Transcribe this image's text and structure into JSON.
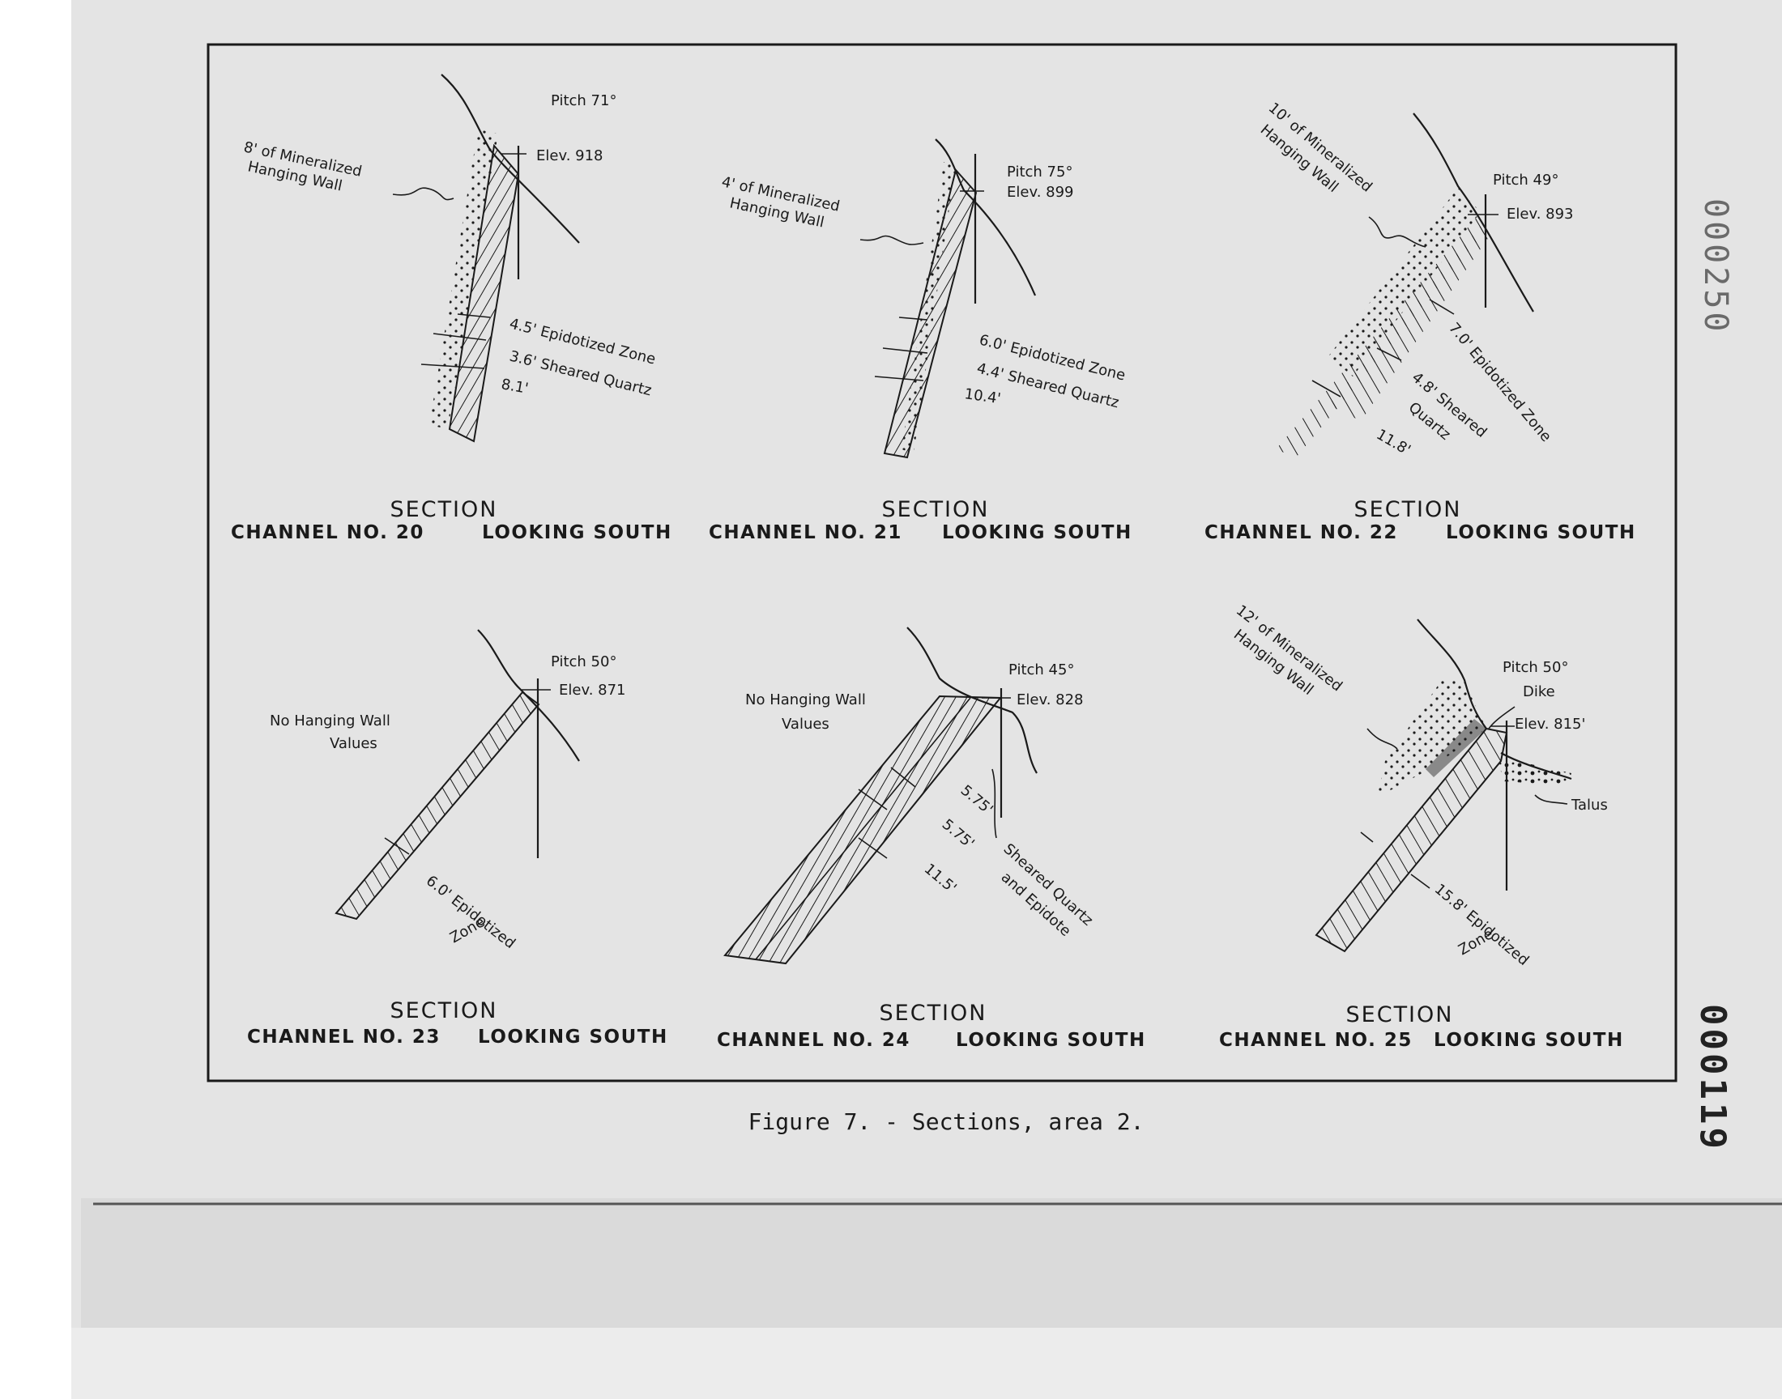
{
  "figure_caption": "Figure 7. - Sections, area 2.",
  "margin_stamps": {
    "upper": "000250",
    "lower": "000119"
  },
  "sections": [
    {
      "id": "ch20",
      "title": "SECTION",
      "channel_label": "CHANNEL NO. 20",
      "direction": "LOOKING SOUTH",
      "pitch": "Pitch 71°",
      "elev": "Elev. 918",
      "hanging_wall": [
        "8' of Mineralized",
        "Hanging Wall"
      ],
      "zones": [
        "4.5' Epidotized Zone",
        "3.6' Sheared Quartz",
        "8.1'"
      ]
    },
    {
      "id": "ch21",
      "title": "SECTION",
      "channel_label": "CHANNEL NO. 21",
      "direction": "LOOKING SOUTH",
      "pitch": "Pitch 75°",
      "elev": "Elev. 899",
      "hanging_wall": [
        "4' of Mineralized",
        "Hanging Wall"
      ],
      "zones": [
        "6.0' Epidotized Zone",
        "4.4' Sheared Quartz",
        "10.4'"
      ]
    },
    {
      "id": "ch22",
      "title": "SECTION",
      "channel_label": "CHANNEL NO. 22",
      "direction": "LOOKING SOUTH",
      "pitch": "Pitch 49°",
      "elev": "Elev. 893",
      "hanging_wall": [
        "10' of Mineralized",
        "Hanging Wall"
      ],
      "zones": [
        "7.0' Epidotized Zone",
        "4.8' Sheared",
        "Quartz",
        "11.8'"
      ]
    },
    {
      "id": "ch23",
      "title": "SECTION",
      "channel_label": "CHANNEL NO. 23",
      "direction": "LOOKING SOUTH",
      "pitch": "Pitch 50°",
      "elev": "Elev. 871",
      "note": [
        "No Hanging Wall",
        "Values"
      ],
      "zones": [
        "6.0' Epidotized",
        "Zone"
      ]
    },
    {
      "id": "ch24",
      "title": "SECTION",
      "channel_label": "CHANNEL NO. 24",
      "direction": "LOOKING SOUTH",
      "pitch": "Pitch 45°",
      "elev": "Elev. 828",
      "note": [
        "No Hanging Wall",
        "Values"
      ],
      "zones": [
        "5.75'",
        "5.75'",
        "11.5'",
        "Sheared Quartz",
        "and Epidote"
      ]
    },
    {
      "id": "ch25",
      "title": "SECTION",
      "channel_label": "CHANNEL NO. 25",
      "direction": "LOOKING SOUTH",
      "pitch": "Pitch 50°",
      "elev": "Elev. 815'",
      "hanging_wall": [
        "12' of Mineralized",
        "Hanging Wall"
      ],
      "extras": [
        "Dike",
        "Talus"
      ],
      "zones": [
        "15.8' Epidotized",
        "Zone"
      ]
    }
  ]
}
